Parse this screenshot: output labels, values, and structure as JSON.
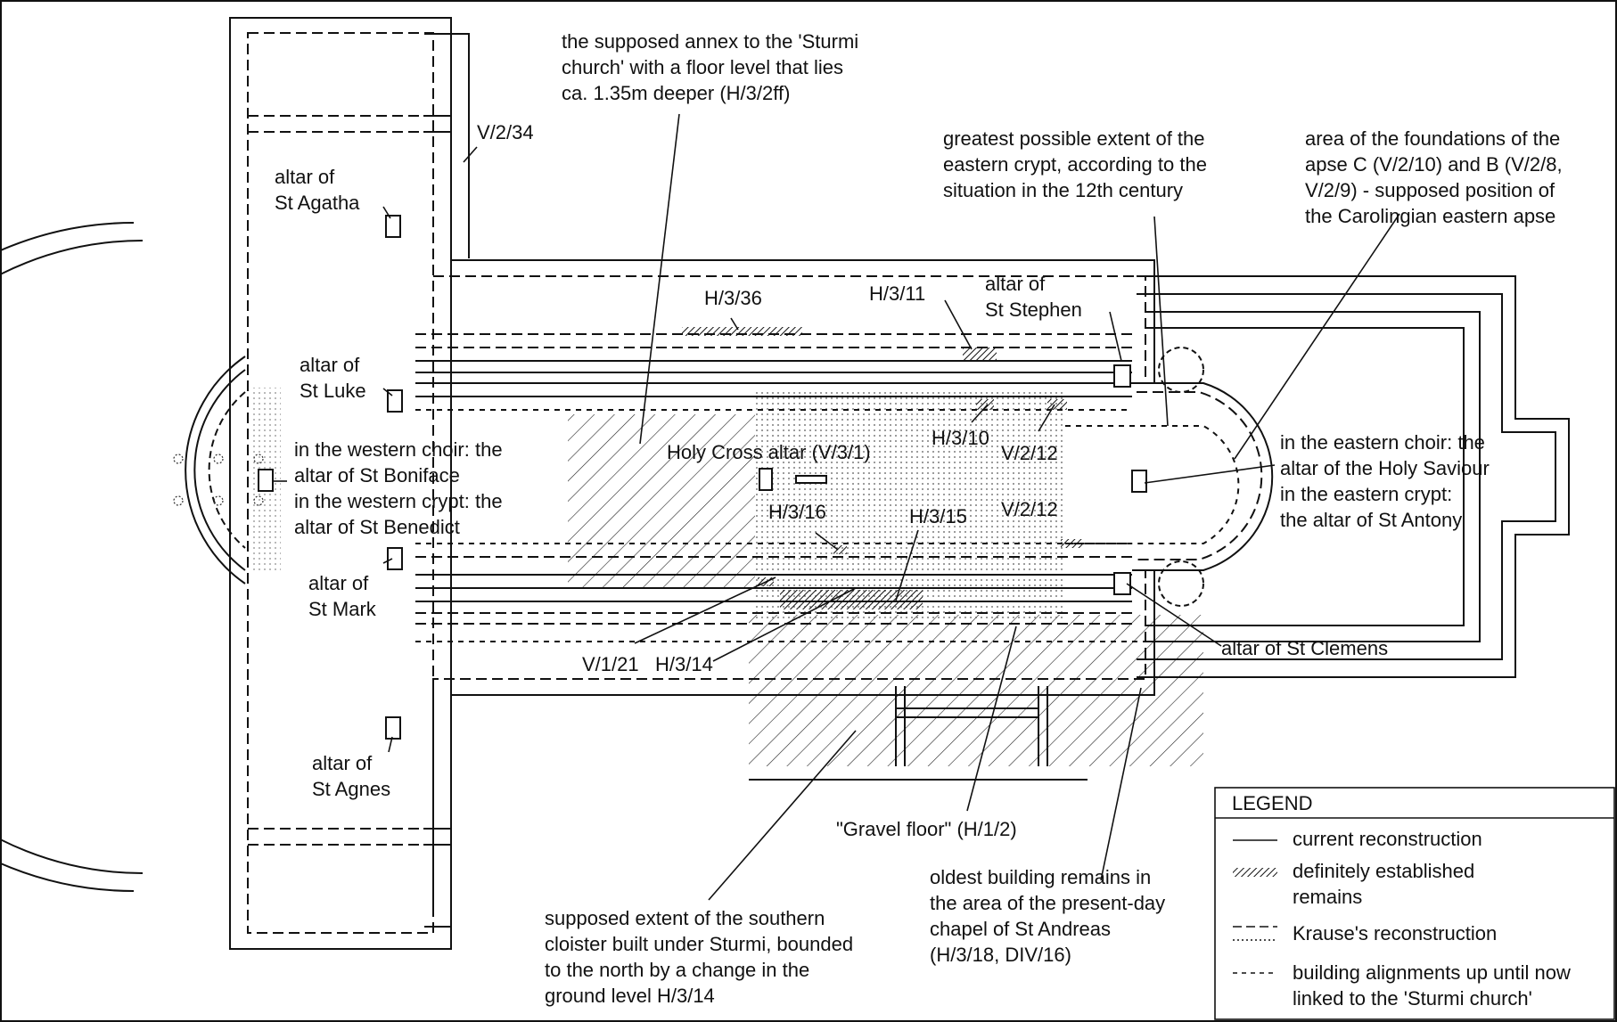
{
  "labels": {
    "annex": "the supposed annex to the 'Sturmi\nchurch' with a floor level that lies\nca. 1.35m deeper (H/3/2ff)",
    "v2_34": "V/2/34",
    "greatest_extent": "greatest possible extent of the\neastern crypt, according to the\nsituation in the 12th century",
    "apse_foundations": "area of the foundations of the\napse C (V/2/10) and B (V/2/8,\nV/2/9) - supposed position of\nthe Carolingian eastern apse",
    "altar_agatha": "altar of\nSt Agatha",
    "altar_luke": "altar of\nSt Luke",
    "altar_boniface": "in the western choir: the\naltar of St Boniface\nin the western crypt: the\naltar of St Benedict",
    "altar_mark": "altar of\nSt Mark",
    "altar_agnes": "altar of\nSt Agnes",
    "h3_36": "H/3/36",
    "h3_11": "H/3/11",
    "altar_stephen": "altar of\nSt Stephen",
    "holy_cross": "Holy Cross altar (V/3/1)",
    "h3_10": "H/3/10",
    "v2_12a": "V/2/12",
    "v2_12b": "V/2/12",
    "h3_16": "H/3/16",
    "h3_15": "H/3/15",
    "eastern_choir": "in the eastern choir: the\naltar of the Holy Saviour\nin the eastern crypt:\nthe altar of St Antony",
    "v1_21": "V/1/21",
    "h3_14": "H/3/14",
    "altar_clemens": "altar of St Clemens",
    "gravel_floor": "\"Gravel floor\" (H/1/2)",
    "oldest_remains": "oldest building remains in\nthe area of the present-day\nchapel of St Andreas\n(H/3/18, DIV/16)",
    "cloister": "supposed extent of the southern\ncloister built under Sturmi, bounded\nto the north by a change in the\nground level H/3/14"
  },
  "legend": {
    "title": "LEGEND",
    "current": "current reconstruction",
    "established": "definitely established\nremains",
    "krause": "Krause's reconstruction",
    "alignments": "building alignments up until now\nlinked to the 'Sturmi church'"
  }
}
